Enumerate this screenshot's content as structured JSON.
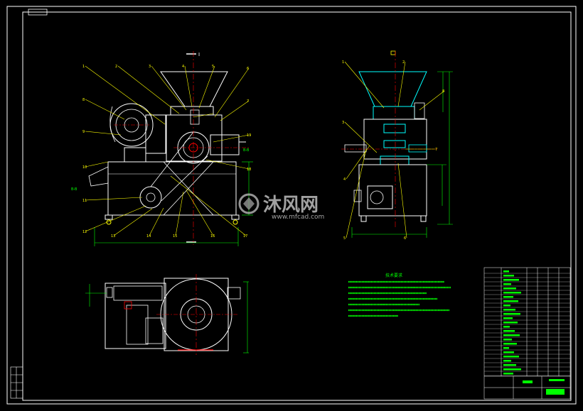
{
  "watermark": {
    "brand": "沐风网",
    "url": "www.mfcad.com"
  },
  "views": {
    "front_section": "I",
    "side_note_left": "B-B",
    "top_section": "I"
  },
  "colors": {
    "background": "#000000",
    "frame": "#ffffff",
    "leader": "#ffff00",
    "dimension": "#00ff00",
    "centerline": "#ff0000",
    "hidden": "#00ffff",
    "notes": "#00ff00"
  },
  "notes_heading": "技术要求"
}
